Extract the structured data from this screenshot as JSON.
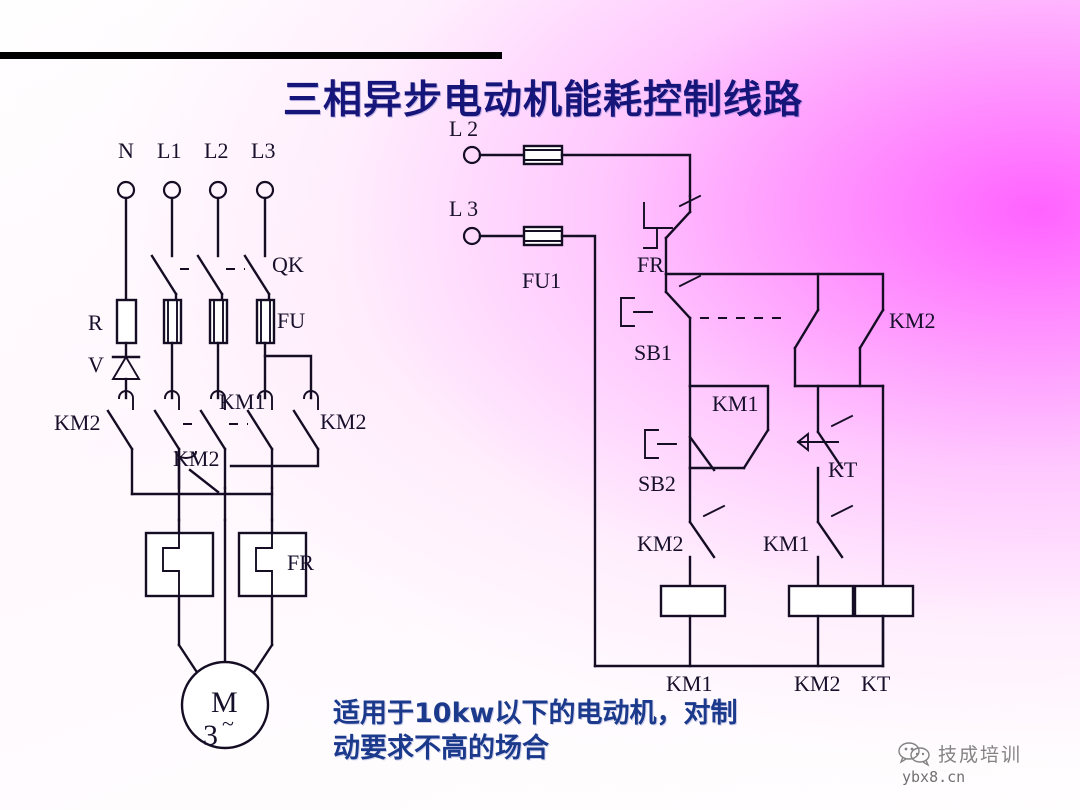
{
  "title": "三相异步电动机能耗控制线路",
  "note_lines": [
    "适用于10kw以下的电动机，对制",
    "动要求不高的场合"
  ],
  "colors": {
    "title": "#16167a",
    "note": "#1b3a8c",
    "wire": "#140d24",
    "accent_pink": "#ff5aff",
    "topbar": "#000000"
  },
  "power_circuit": {
    "supply_labels": [
      "N",
      "L1",
      "L2",
      "L3"
    ],
    "isolator_label": "QK",
    "resistor_label": "R",
    "diode_label": "V",
    "fuse_label": "FU",
    "contactor_km1_label": "KM1",
    "contactor_km2_left_label": "KM2",
    "contactor_km2_right_label": "KM2",
    "contactor_km2_brake_label": "KM2",
    "overload_label": "FR",
    "motor_symbol": "M",
    "motor_phase": "3",
    "motor_ac": "~"
  },
  "control_circuit": {
    "supply_labels": [
      "L 2",
      "L 3"
    ],
    "fuse_label": "FU1",
    "overload_contact_label": "FR",
    "stop_button_label": "SB1",
    "start_button_label": "SB2",
    "hold_contact_label": "KM1",
    "interlock_km2_label": "KM2",
    "interlock_km1_label": "KM1",
    "branch_km2_label": "KM2",
    "timer_contact_label": "KT",
    "coil_labels": [
      "KM1",
      "KM2",
      "KT"
    ]
  },
  "watermark": {
    "brand": "技成培训",
    "url": "ybx8.cn",
    "icon": "wechat-icon"
  }
}
